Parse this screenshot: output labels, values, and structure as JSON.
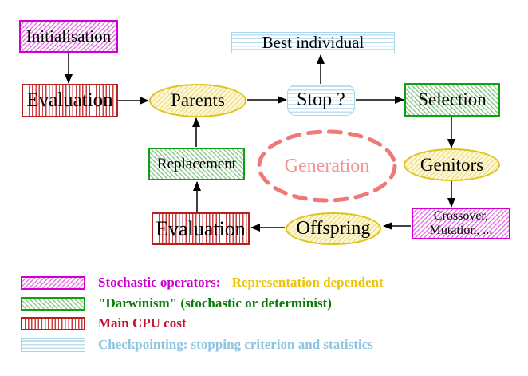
{
  "diagram": {
    "nodes": {
      "initialisation": {
        "label": "Initialisation"
      },
      "evaluation_top": {
        "label": "Evaluation"
      },
      "parents": {
        "label": "Parents"
      },
      "best_individual": {
        "label": "Best individual"
      },
      "stop": {
        "label": "Stop ?"
      },
      "selection": {
        "label": "Selection"
      },
      "genitors": {
        "label": "Genitors"
      },
      "crossover_mutation": {
        "line1": "Crossover,",
        "line2": "Mutation, ..."
      },
      "offspring": {
        "label": "Offspring"
      },
      "evaluation_bottom": {
        "label": "Evaluation"
      },
      "replacement": {
        "label": "Replacement"
      },
      "generation": {
        "label": "Generation"
      }
    },
    "legend": {
      "items": [
        {
          "swatch": "magenta-diagonal-hatch",
          "label": "Stochastic operators:",
          "label2": "Representation dependent"
        },
        {
          "swatch": "green-diagonal-hatch",
          "label": "\"Darwinism\" (stochastic or determinist)"
        },
        {
          "swatch": "red-vertical-stripes",
          "label": "Main CPU cost"
        },
        {
          "swatch": "cyan-horizontal-stripes",
          "label": "Checkpointing: stopping criterion and statistics"
        }
      ]
    },
    "colors": {
      "stochastic_magenta": "#cc00cc",
      "representation_yellow": "#edc20a",
      "darwinism_green": "#0b7a0b",
      "cpu_red": "#c41230",
      "checkpoint_blue": "#8fc3e2",
      "yellow_node_border": "#ddc41c",
      "generation_salmon": "#ee7979",
      "arrow_black": "#000000"
    }
  }
}
